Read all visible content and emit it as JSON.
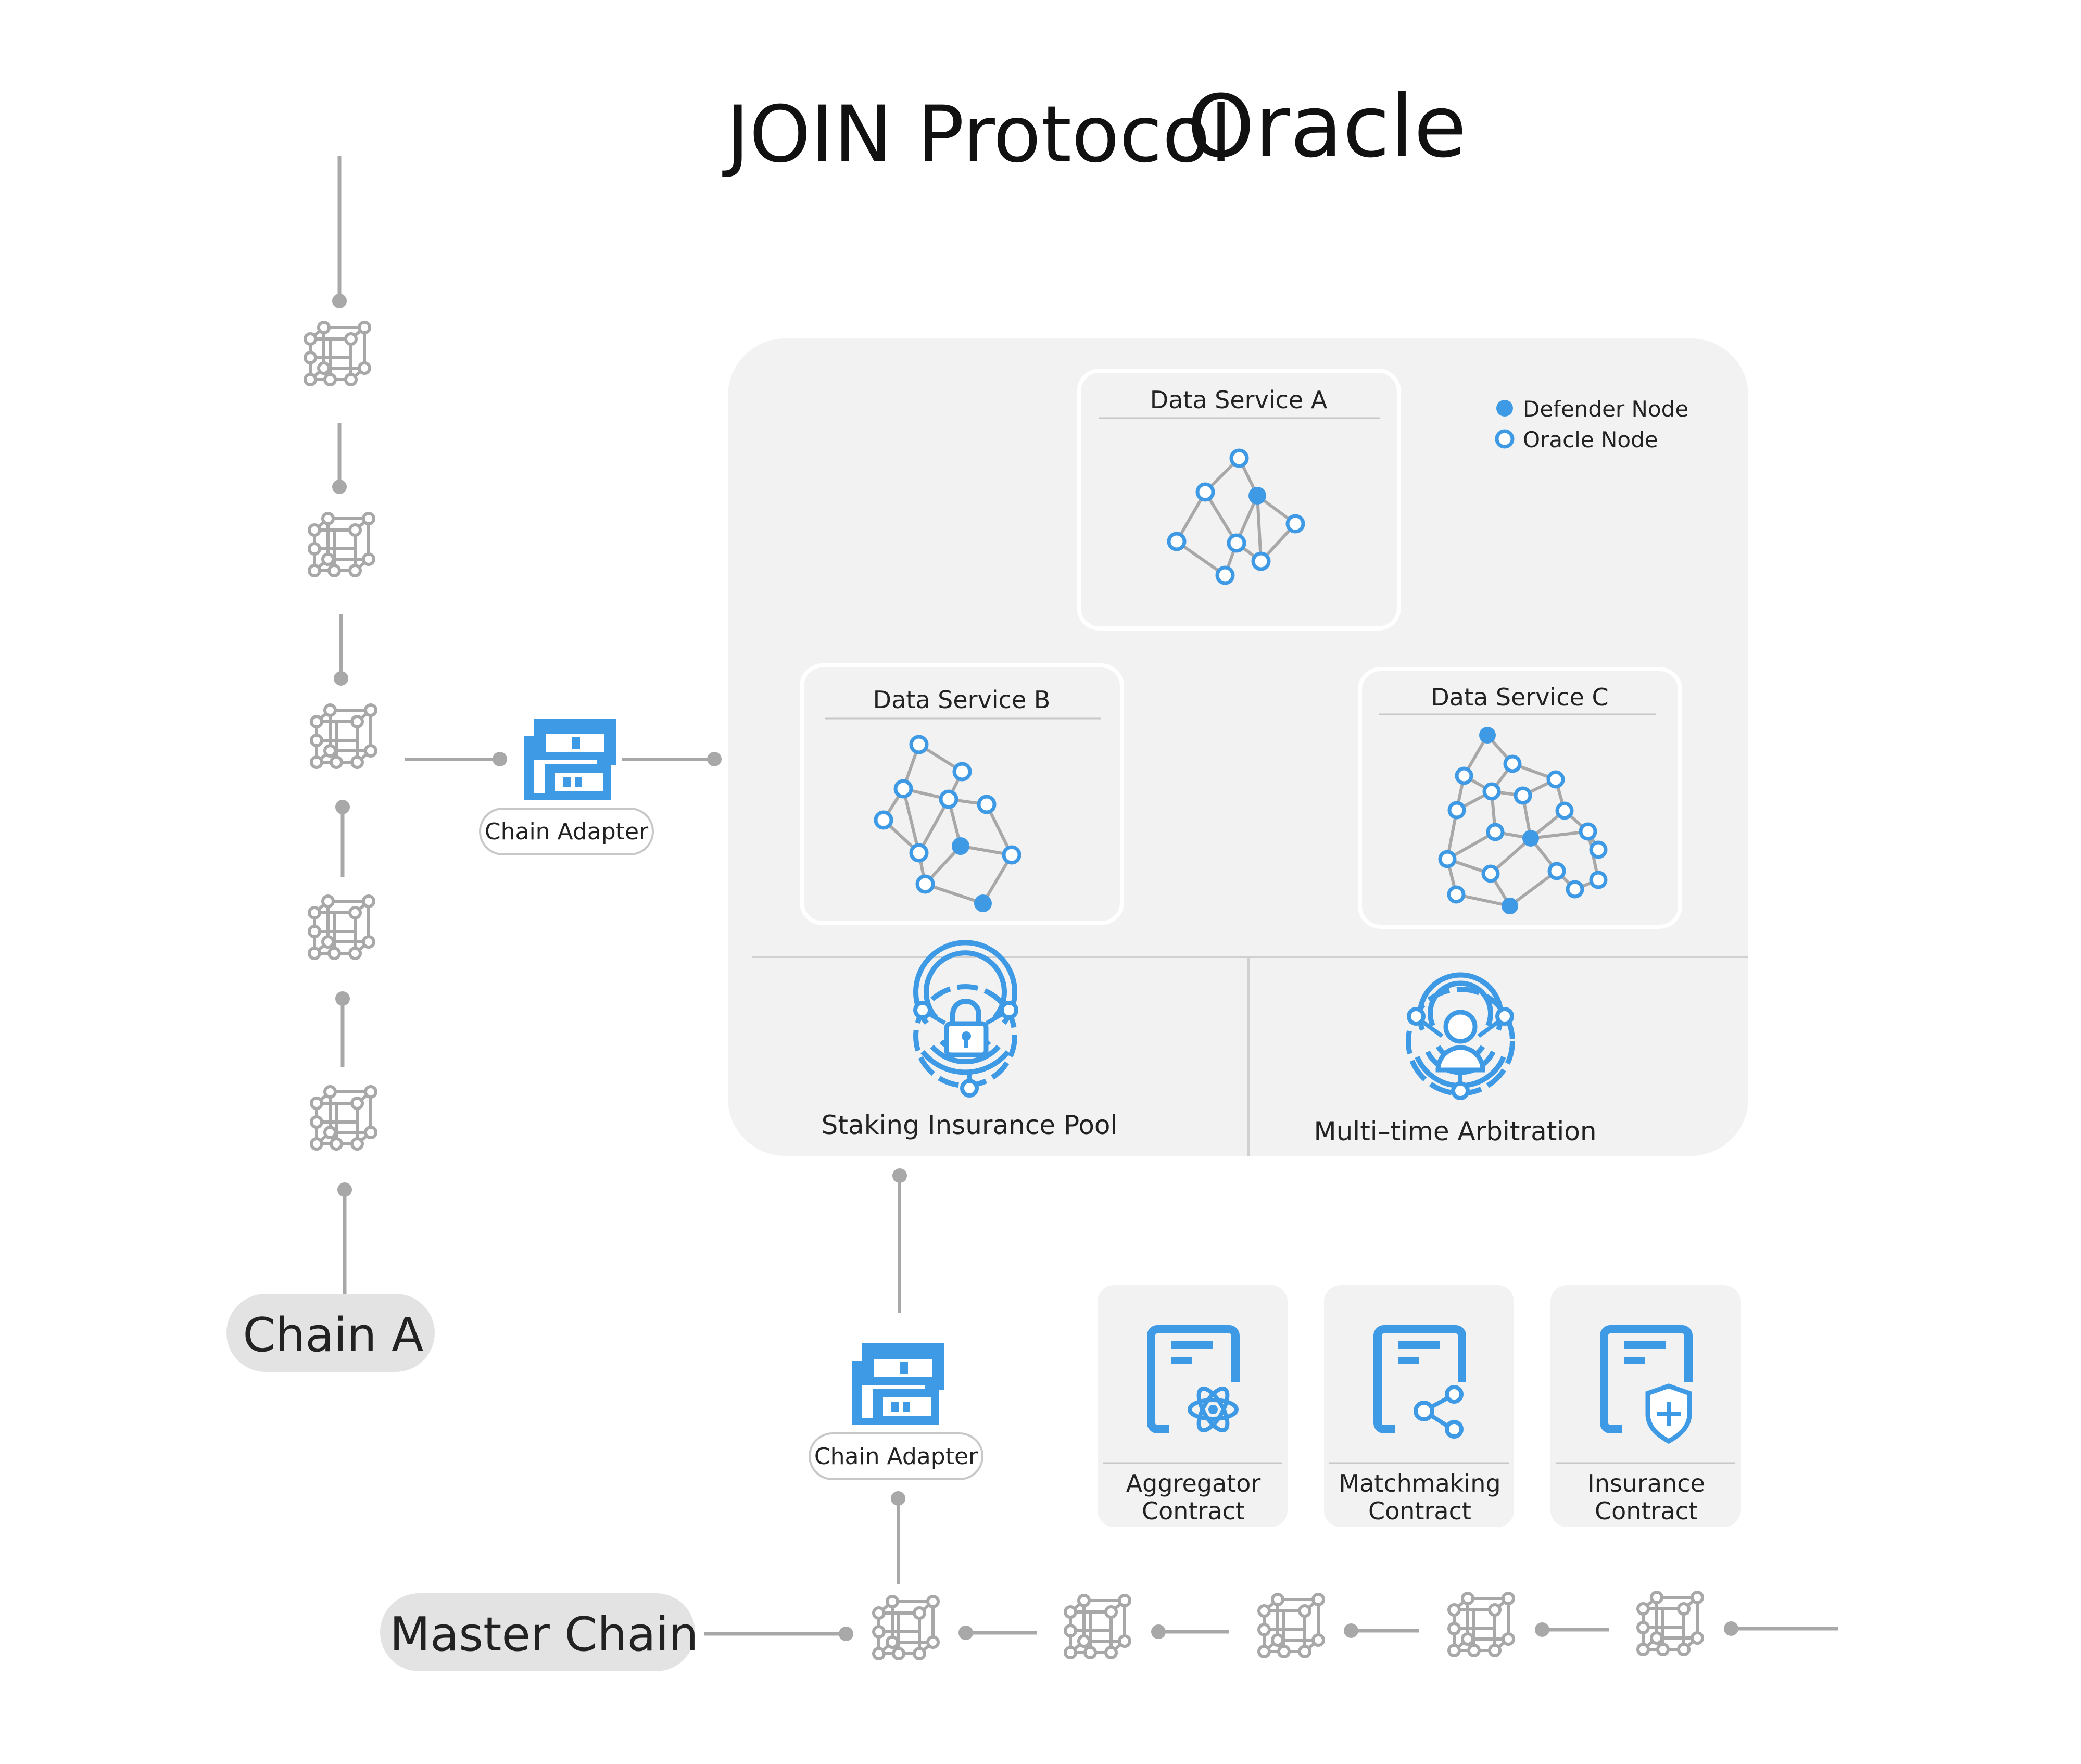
{
  "title": {
    "part1": "JOIN Protocol",
    "part2": "Oracle"
  },
  "legend": {
    "defender": "Defender Node",
    "oracle": "Oracle Node"
  },
  "services": {
    "a": "Data Service A",
    "b": "Data Service B",
    "c": "Data Service C"
  },
  "features": {
    "staking": "Staking Insurance Pool",
    "arbitration": "Multi–time Arbitration"
  },
  "adapters": {
    "side": "Chain Adapter",
    "master": "Chain Adapter"
  },
  "chains": {
    "a": "Chain A",
    "master": "Master Chain"
  },
  "contracts": [
    {
      "line1": "Aggregator",
      "line2": "Contract",
      "icon": "atom-document-icon"
    },
    {
      "line1": "Matchmaking",
      "line2": "Contract",
      "icon": "share-document-icon"
    },
    {
      "line1": "Insurance",
      "line2": "Contract",
      "icon": "shield-document-icon"
    }
  ],
  "colors": {
    "accent": "#3f9ae6",
    "panel": "#f2f2f2",
    "chain_gray": "#a8a8a8",
    "label_bg": "#e3e3e3",
    "text": "#222222"
  }
}
